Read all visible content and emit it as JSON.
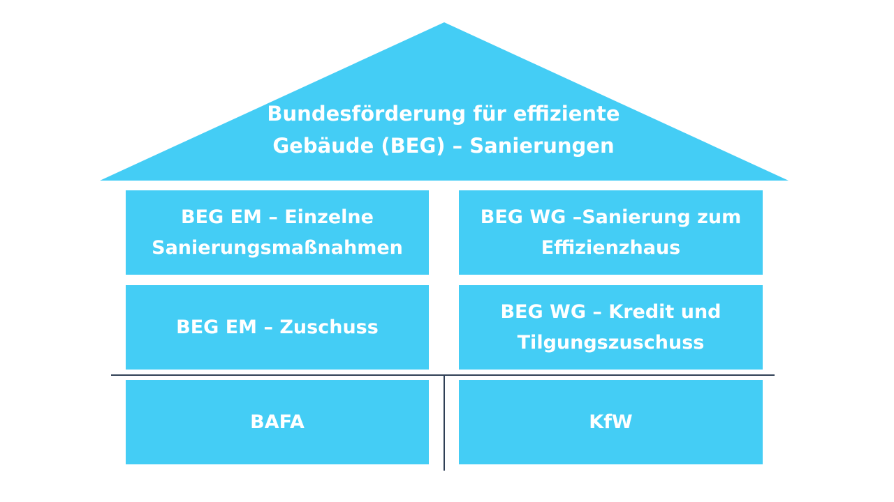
{
  "colors": {
    "fill": "#44cdf5",
    "text": "#ffffff",
    "divider": "#2f3f55"
  },
  "roof": {
    "line1": "Bundesförderung für effiziente",
    "line2": "Gebäude (BEG) – Sanierungen"
  },
  "left_column": {
    "row1": {
      "line1": "BEG EM – Einzelne",
      "line2": "Sanierungsmaßnahmen"
    },
    "row2": {
      "line1": "BEG EM – Zuschuss"
    },
    "row3": {
      "line1": "BAFA"
    }
  },
  "right_column": {
    "row1": {
      "line1": "BEG WG –Sanierung zum",
      "line2": "Effizienzhaus"
    },
    "row2": {
      "line1": "BEG WG – Kredit und",
      "line2": "Tilgungszuschuss"
    },
    "row3": {
      "line1": "KfW"
    }
  }
}
